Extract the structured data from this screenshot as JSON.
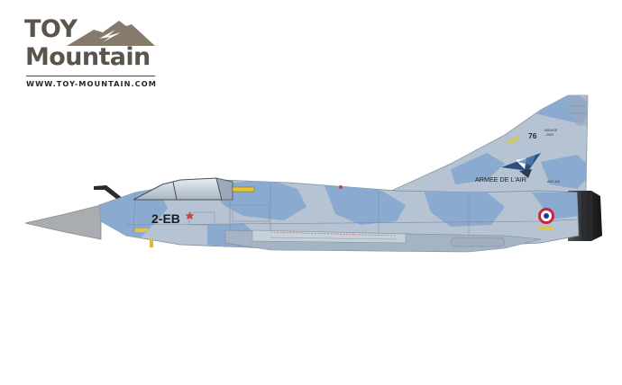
{
  "logo": {
    "line1": "TOY",
    "line2": "Mountain",
    "url": "WWW.TOY-MOUNTAIN.COM",
    "text_color": "#5a544c",
    "mountain_color": "#857a6c"
  },
  "aircraft": {
    "code": "2-EB",
    "tail_number": "76",
    "tail_text": "ARMEE DE L'AIR",
    "tail_small_1": "MIRAGE",
    "tail_small_2": "2000",
    "tail_small_3": "AMC-BA",
    "camo_light": "#b5c3d2",
    "camo_blue": "#8aaad0",
    "radome": "#a9adb2",
    "metal": "#9da0a4"
  }
}
